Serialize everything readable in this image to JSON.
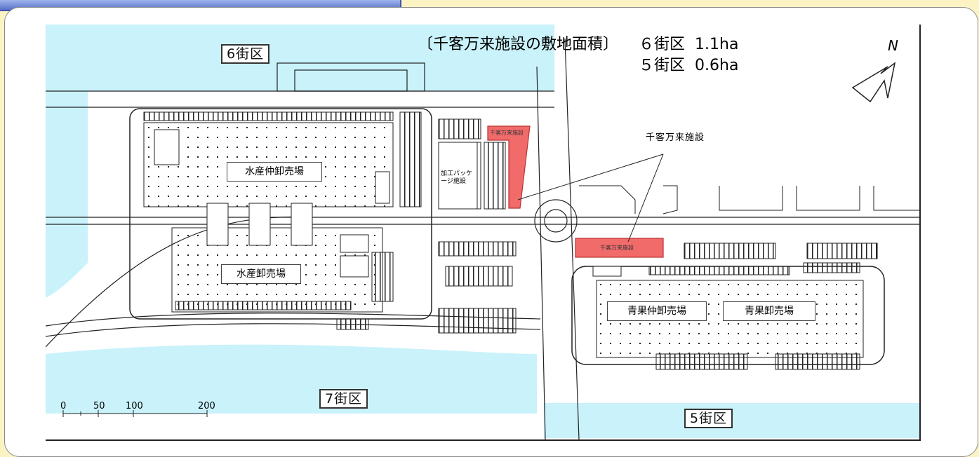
{
  "header": {
    "heading": "〔千客万来施設の敷地面積〕",
    "row1_district": "６街区",
    "row1_area": "1.1ha",
    "row2_district": "５街区",
    "row2_area": "0.6ha"
  },
  "districts": {
    "d6": "6街区",
    "d7": "7街区",
    "d5": "5街区"
  },
  "buildings": {
    "fish_intermediate": "水産仲卸売場",
    "fish_wholesale": "水産卸売場",
    "veg_intermediate": "青果仲卸売場",
    "veg_wholesale": "青果卸売場",
    "processing": "加工パッケージ施設"
  },
  "facilities": {
    "callout": "千客万来施設",
    "site_6_label": "千客万来施設",
    "site_5_label": "千客万来施設",
    "highlight_color": "#f26b6b"
  },
  "scale": {
    "labels": [
      "0",
      "50",
      "100",
      "200"
    ]
  },
  "north_arrow": "N",
  "colors": {
    "water": "#c9f2fb",
    "background": "#fbf3c4",
    "tab": "#6f86d6"
  }
}
